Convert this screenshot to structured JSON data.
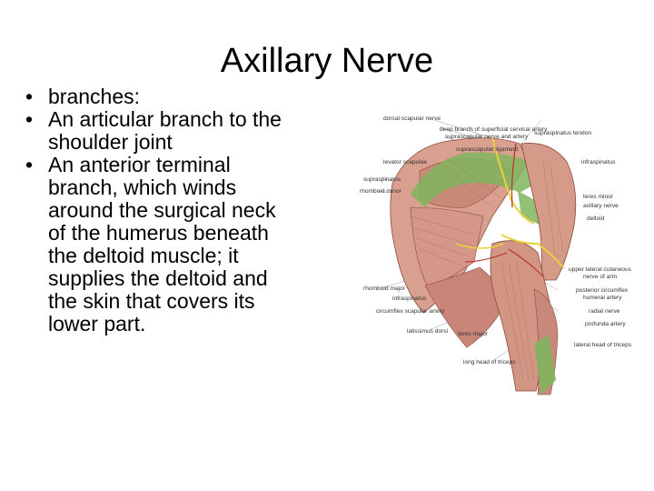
{
  "slide": {
    "title": "Axillary Nerve",
    "bullets": [
      {
        "marker": "•",
        "lines": [
          "branches:"
        ]
      },
      {
        "marker": "•",
        "lines": [
          "An articular branch to the",
          "shoulder joint"
        ]
      },
      {
        "marker": "•",
        "lines": [
          "An anterior terminal",
          "branch, which winds",
          "around the surgical neck",
          "of the humerus beneath",
          "the deltoid muscle; it",
          "supplies the deltoid and",
          "the skin that covers its",
          "lower part."
        ]
      }
    ]
  },
  "figure": {
    "labels_left": {
      "dorsal_scapular_nerve": "dorsal scapular nerve",
      "deep_branch": "deep branch of superficial cervical artery",
      "suprascapular_nerve": "suprascapular nerve and artery",
      "suprascapular_ligament": "suprascapular ligament",
      "levator_scapulae": "levator scapulae",
      "supraspinatus": "supraspinatus",
      "rhomboid_minor": "rhomboid minor",
      "rhomboid_major": "rhomboid major",
      "infraspinatus": "infraspinatus",
      "circumflex_scapular_artery": "circumflex scapular artery",
      "latissimus_dorsi": "latissimus dorsi",
      "teres_major": "teres major",
      "long_head_triceps": "long head of triceps"
    },
    "labels_right": {
      "supraspinatus_tendon": "supraspinatus tendon",
      "infraspinatus": "infraspinatus",
      "teres_minor": "teres minor",
      "axillary_nerve": "axillary nerve",
      "deltoid": "deltoid",
      "upper_lateral_cutaneous_1": "upper lateral cutaneous",
      "upper_lateral_cutaneous_2": "nerve of arm",
      "posterior_circumflex_1": "posterior circumflex",
      "posterior_circumflex_2": "humeral artery",
      "radial_nerve": "radial nerve",
      "profunda_artery": "profunda artery",
      "lateral_head_triceps": "lateral head of triceps"
    }
  }
}
